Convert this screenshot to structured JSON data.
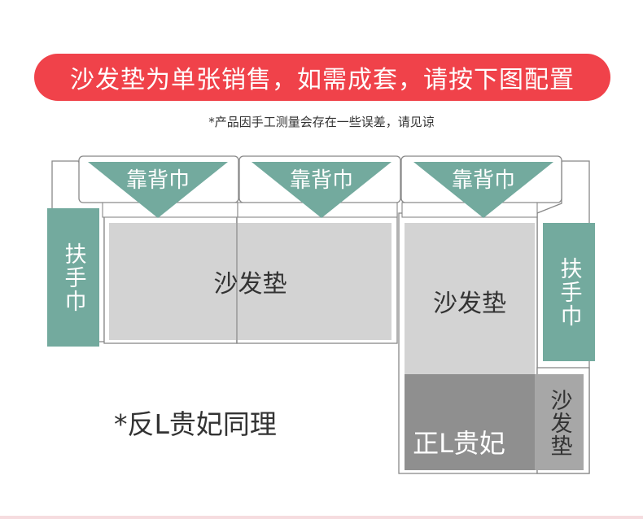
{
  "banner": {
    "text": "沙发垫为单张销售，如需成套，请按下图配置"
  },
  "note": {
    "text": "*产品因手工测量会存在一些误差，请见谅"
  },
  "backrest_towels": [
    {
      "label": "靠背巾"
    },
    {
      "label": "靠背巾"
    },
    {
      "label": "靠背巾"
    }
  ],
  "armrest_towels": [
    {
      "label": "扶手巾"
    },
    {
      "label": "扶手巾"
    }
  ],
  "cushions": {
    "main": "沙发垫",
    "chaise": "沙发垫",
    "chaise_side": "沙发垫"
  },
  "chaise_label": "正L贵妃",
  "reverse_note": "*反L贵妃同理",
  "colors": {
    "banner": "#f0424a",
    "teal": "#73aa9e",
    "cushion": "#d3d3d3",
    "cushion_dark": "#8f8f8f",
    "cushion_side": "#a7a7a7",
    "outline": "#888888"
  }
}
